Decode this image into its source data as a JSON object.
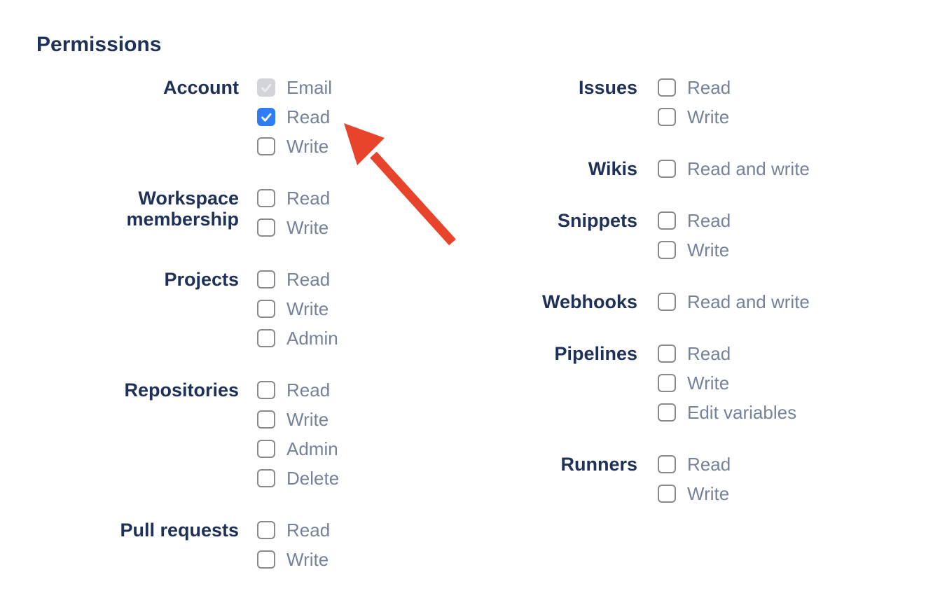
{
  "page": {
    "title": "Permissions"
  },
  "colors": {
    "heading_text": "#1f3158",
    "group_label_text": "#1f3158",
    "option_text": "#75829a",
    "checkbox_border": "#87898c",
    "checkbox_checked_bg": "#2e7df6",
    "checkbox_checked_disabled_bg": "#d2d4d7",
    "arrow": "#e8432b"
  },
  "annotation": {
    "arrow_color": "#e8432b"
  },
  "columns": [
    {
      "groups": [
        {
          "label": "Account",
          "options": [
            {
              "label": "Email",
              "checked": true,
              "disabled": true,
              "cb_class": "cb cb--checked cb--disabled"
            },
            {
              "label": "Read",
              "checked": true,
              "disabled": false,
              "cb_class": "cb cb--checked"
            },
            {
              "label": "Write",
              "checked": false,
              "disabled": false,
              "cb_class": "cb"
            }
          ]
        },
        {
          "label": "Workspace membership",
          "options": [
            {
              "label": "Read",
              "checked": false,
              "disabled": false,
              "cb_class": "cb"
            },
            {
              "label": "Write",
              "checked": false,
              "disabled": false,
              "cb_class": "cb"
            }
          ]
        },
        {
          "label": "Projects",
          "options": [
            {
              "label": "Read",
              "checked": false,
              "disabled": false,
              "cb_class": "cb"
            },
            {
              "label": "Write",
              "checked": false,
              "disabled": false,
              "cb_class": "cb"
            },
            {
              "label": "Admin",
              "checked": false,
              "disabled": false,
              "cb_class": "cb"
            }
          ]
        },
        {
          "label": "Repositories",
          "options": [
            {
              "label": "Read",
              "checked": false,
              "disabled": false,
              "cb_class": "cb"
            },
            {
              "label": "Write",
              "checked": false,
              "disabled": false,
              "cb_class": "cb"
            },
            {
              "label": "Admin",
              "checked": false,
              "disabled": false,
              "cb_class": "cb"
            },
            {
              "label": "Delete",
              "checked": false,
              "disabled": false,
              "cb_class": "cb"
            }
          ]
        },
        {
          "label": "Pull requests",
          "options": [
            {
              "label": "Read",
              "checked": false,
              "disabled": false,
              "cb_class": "cb"
            },
            {
              "label": "Write",
              "checked": false,
              "disabled": false,
              "cb_class": "cb"
            }
          ]
        }
      ]
    },
    {
      "groups": [
        {
          "label": "Issues",
          "options": [
            {
              "label": "Read",
              "checked": false,
              "disabled": false,
              "cb_class": "cb"
            },
            {
              "label": "Write",
              "checked": false,
              "disabled": false,
              "cb_class": "cb"
            }
          ]
        },
        {
          "label": "Wikis",
          "options": [
            {
              "label": "Read and write",
              "checked": false,
              "disabled": false,
              "cb_class": "cb"
            }
          ]
        },
        {
          "label": "Snippets",
          "options": [
            {
              "label": "Read",
              "checked": false,
              "disabled": false,
              "cb_class": "cb"
            },
            {
              "label": "Write",
              "checked": false,
              "disabled": false,
              "cb_class": "cb"
            }
          ]
        },
        {
          "label": "Webhooks",
          "options": [
            {
              "label": "Read and write",
              "checked": false,
              "disabled": false,
              "cb_class": "cb"
            }
          ]
        },
        {
          "label": "Pipelines",
          "options": [
            {
              "label": "Read",
              "checked": false,
              "disabled": false,
              "cb_class": "cb"
            },
            {
              "label": "Write",
              "checked": false,
              "disabled": false,
              "cb_class": "cb"
            },
            {
              "label": "Edit variables",
              "checked": false,
              "disabled": false,
              "cb_class": "cb"
            }
          ]
        },
        {
          "label": "Runners",
          "options": [
            {
              "label": "Read",
              "checked": false,
              "disabled": false,
              "cb_class": "cb"
            },
            {
              "label": "Write",
              "checked": false,
              "disabled": false,
              "cb_class": "cb"
            }
          ]
        }
      ]
    }
  ]
}
